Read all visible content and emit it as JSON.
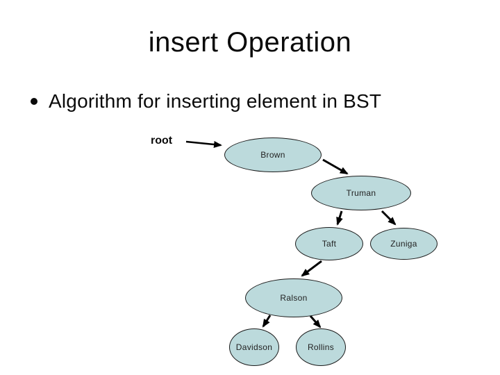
{
  "slide": {
    "title": "insert Operation",
    "bullet": "Algorithm for inserting element in BST",
    "colors": {
      "background": "#ffffff",
      "node_fill": "#bcdadc",
      "node_border": "#1a1a1a",
      "text": "#0a0a0a",
      "arrow": "#000000"
    }
  },
  "tree": {
    "pointer_label": "root",
    "nodes": [
      {
        "id": "brown",
        "label": "Brown"
      },
      {
        "id": "truman",
        "label": "Truman"
      },
      {
        "id": "taft",
        "label": "Taft"
      },
      {
        "id": "zuniga",
        "label": "Zuniga"
      },
      {
        "id": "ralson",
        "label": "Ralson"
      },
      {
        "id": "davidson",
        "label": "Davidson"
      },
      {
        "id": "rollins",
        "label": "Rollins"
      }
    ],
    "edges": [
      {
        "from": "root",
        "to": "Brown"
      },
      {
        "from": "Brown",
        "to": "Truman"
      },
      {
        "from": "Truman",
        "to": "Taft"
      },
      {
        "from": "Truman",
        "to": "Zuniga"
      },
      {
        "from": "Taft",
        "to": "Ralson"
      },
      {
        "from": "Ralson",
        "to": "Davidson"
      },
      {
        "from": "Ralson",
        "to": "Rollins"
      }
    ]
  }
}
